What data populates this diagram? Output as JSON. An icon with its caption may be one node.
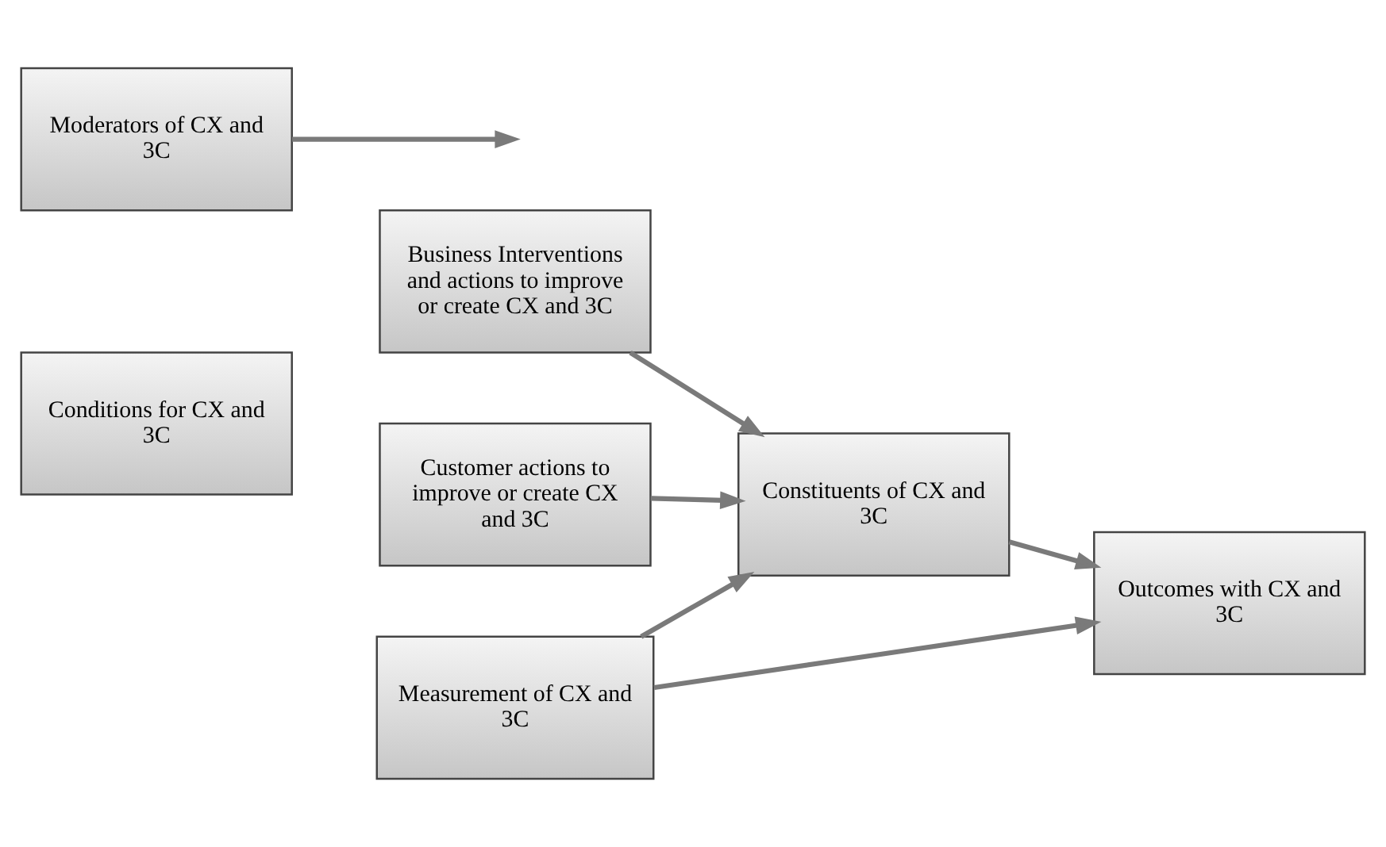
{
  "diagram": {
    "nodes": [
      {
        "text": [
          "Conditions for CX and 3C"
        ]
      },
      {
        "text": [
          "Business Interventions and actions to improve or create CX and 3C"
        ]
      },
      {
        "text": [
          "Customer actions to improve or create CX and 3C"
        ]
      },
      {
        "text": [
          "Constituents of CX and 3C"
        ]
      },
      {
        "text": [
          "Moderators of CX and 3C"
        ]
      },
      {
        "text": [
          "Outcomes with CX and 3C"
        ]
      },
      {
        "text": [
          "Measurement of CX and 3C"
        ]
      }
    ],
    "edges": [
      {
        "from": 1,
        "to": 3,
        "arrow": "to"
      },
      {
        "from": 2,
        "to": 3,
        "arrow": "to"
      },
      {
        "from": 3,
        "to": 5,
        "arrow": "to"
      },
      {
        "from": 4,
        "to": null,
        "arrow": "to"
      },
      {
        "from": 6,
        "to": 3,
        "arrow": "to"
      },
      {
        "from": 6,
        "to": 5,
        "arrow": "to"
      }
    ]
  }
}
